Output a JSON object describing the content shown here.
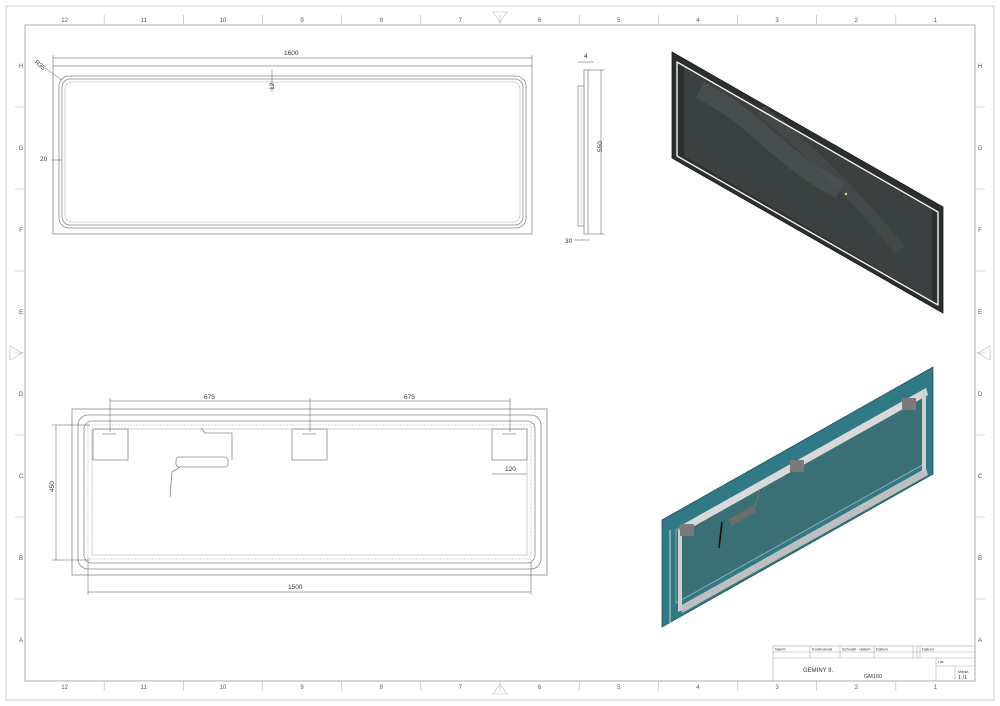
{
  "border": {
    "columns": [
      "12",
      "11",
      "10",
      "9",
      "8",
      "7",
      "6",
      "5",
      "4",
      "3",
      "2",
      "1"
    ],
    "rows": [
      "H",
      "G",
      "F",
      "E",
      "D",
      "C",
      "B",
      "A"
    ]
  },
  "front_view": {
    "width_dim": "1600",
    "radius_dim": "R35",
    "led_offset_top": "12",
    "led_offset_side": "20"
  },
  "side_view": {
    "thickness": "4",
    "height": "550",
    "depth": "30"
  },
  "back_view": {
    "spacing_left": "675",
    "spacing_right": "675",
    "bracket_width": "120",
    "height": "450",
    "width": "1500"
  },
  "title_block": {
    "headers": [
      "Navrh",
      "Kontroloval",
      "Schvalil - datum",
      "Datum",
      "Datum"
    ],
    "project": "GEMINY II.",
    "model": "GM160",
    "sheet_label": "List",
    "scale_label": "Mierka",
    "sheet": "1 /1"
  },
  "colors": {
    "frame": "#9a9a9a",
    "mirror_dark": "#2c2f2e",
    "mirror_back": "#2f7a86",
    "led": "#f2f2f2"
  }
}
